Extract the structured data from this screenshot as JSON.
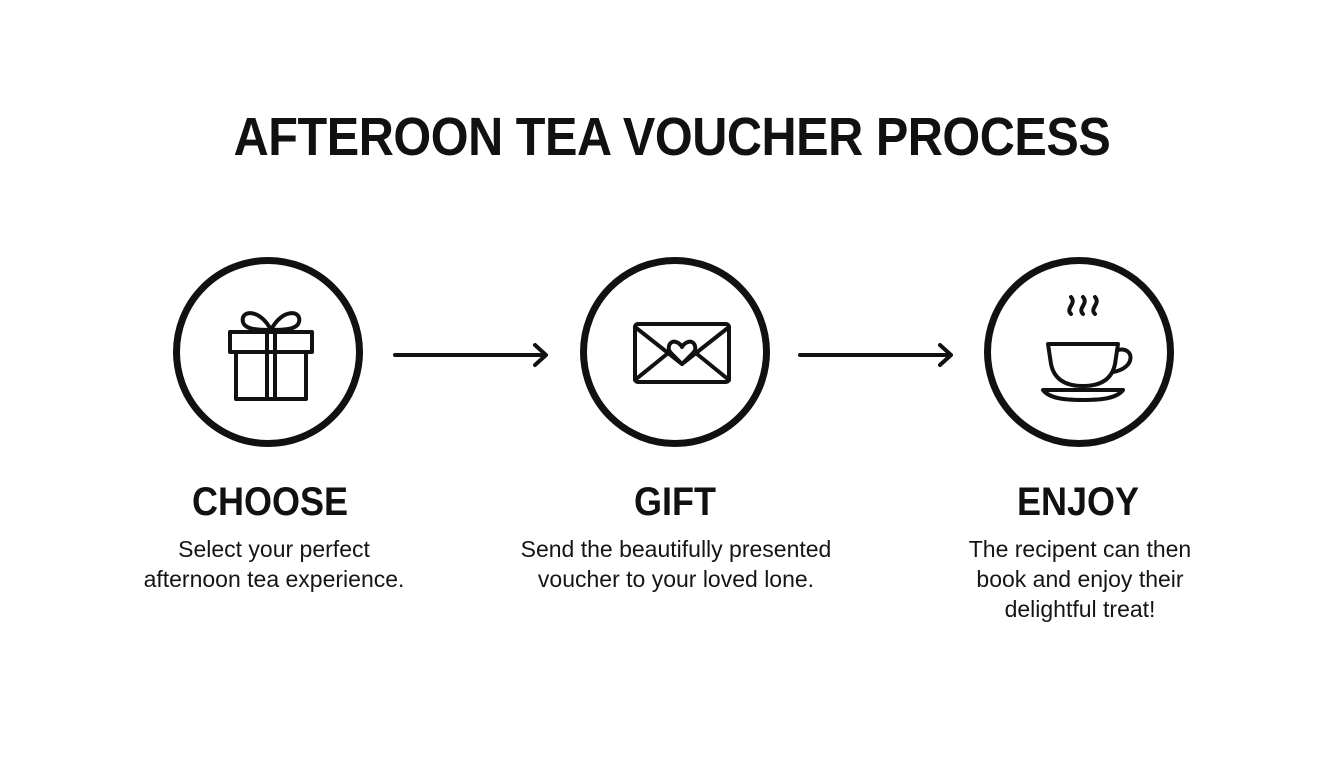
{
  "title": "AFTEROON TEA VOUCHER PROCESS",
  "steps": [
    {
      "label": "CHOOSE",
      "description": "Select your perfect\nafternoon tea experience.",
      "icon": "gift-icon"
    },
    {
      "label": "GIFT",
      "description": "Send the beautifully presented\nvoucher to your loved lone.",
      "icon": "envelope-heart-icon"
    },
    {
      "label": "ENJOY",
      "description": "The recipent can then\nbook and enjoy their\ndelightful treat!",
      "icon": "teacup-icon"
    }
  ],
  "colors": {
    "ink": "#111111",
    "background": "#ffffff"
  }
}
